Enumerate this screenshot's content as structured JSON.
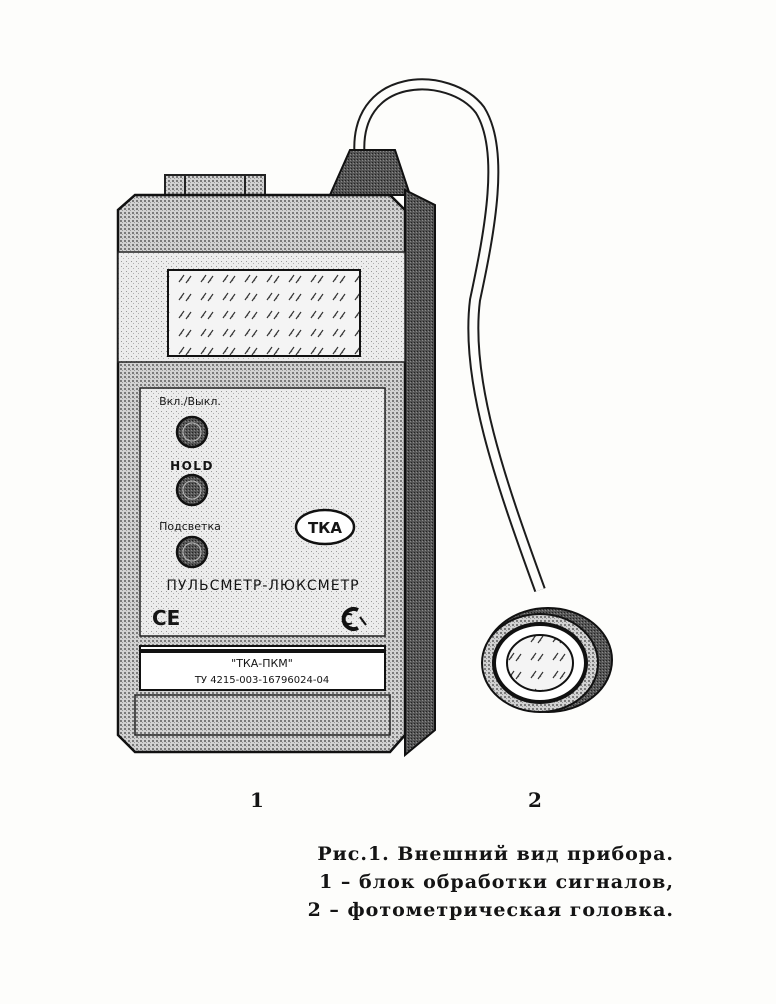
{
  "device": {
    "buttons": [
      {
        "label": "Вкл./Выкл."
      },
      {
        "label": "HOLD"
      },
      {
        "label": "Подсветка"
      }
    ],
    "logo": "ТКА",
    "device_name": "ПУЛЬСМЕТР-ЛЮКСМЕТР",
    "ce_mark": "CE",
    "label_plate": {
      "model": "\"ТКА-ПКМ\"",
      "spec": "ТУ 4215-003-16796024-04"
    }
  },
  "figure_labels": {
    "unit_1": "1",
    "unit_2": "2"
  },
  "caption": {
    "line1": "Рис.1. Внешний вид прибора.",
    "line2": "1 – блок обработки сигналов,",
    "line3": "2 – фотометрическая головка."
  },
  "colors": {
    "ink": "#151515",
    "halftone": "#8a8a8a",
    "paper": "#fdfdfb"
  }
}
